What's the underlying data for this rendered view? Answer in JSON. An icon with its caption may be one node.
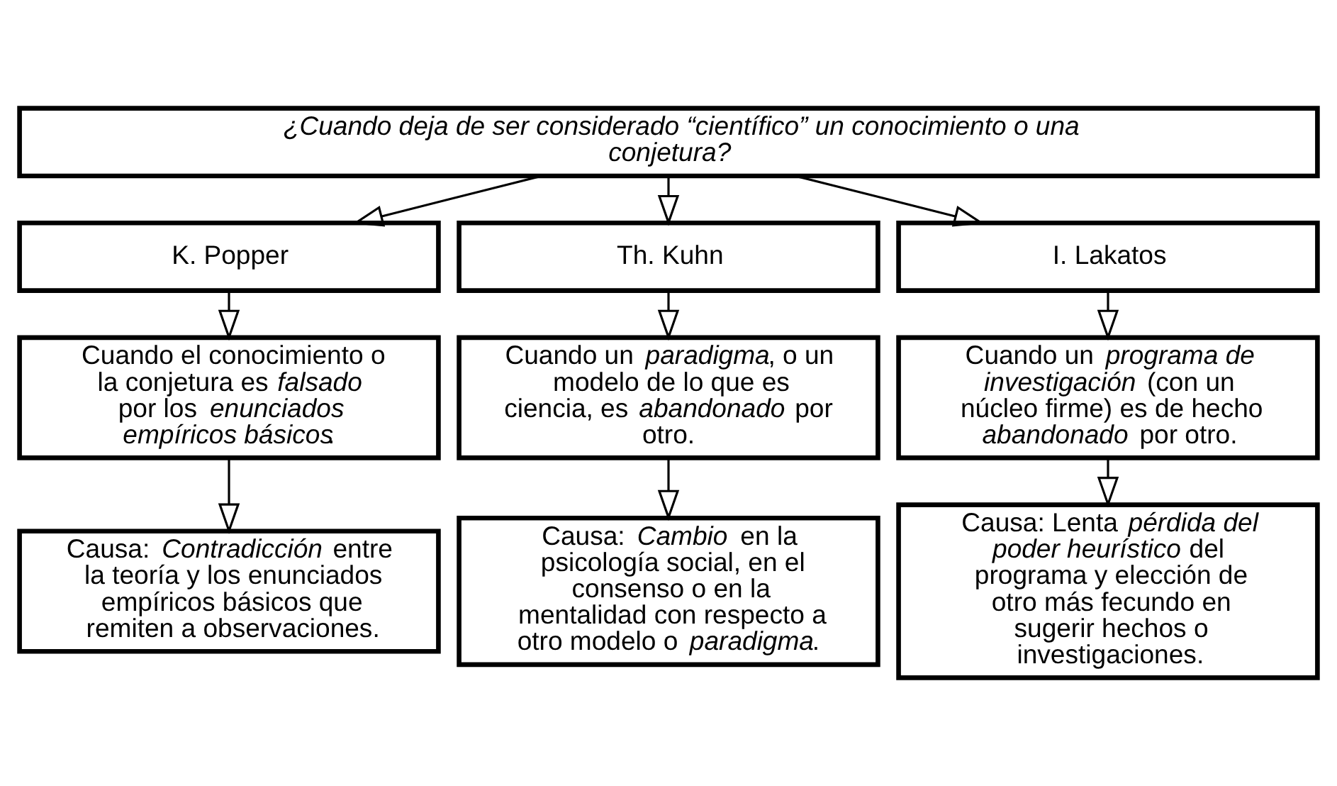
{
  "diagram": {
    "nodes": [
      {
        "text": [
          "¿Cuando deja de ser considerado “científico” un conocimiento o una conjetura?"
        ]
      },
      {
        "text": [
          "K. Popper"
        ]
      },
      {
        "text": [
          "Th. Kuhn"
        ]
      },
      {
        "text": [
          "I. Lakatos"
        ]
      },
      {
        "text": [
          "Cuando el conocimiento o la conjetura es *falsado* por los *enunciados empíricos básicos*."
        ]
      },
      {
        "text": [
          "Cuando un *paradigma*, o un modelo de lo que es ciencia, es *abandonado* por otro."
        ]
      },
      {
        "text": [
          "Cuando un *programa de investigación* (con un núcleo firme) es de hecho *abandonado* por otro."
        ]
      },
      {
        "text": [
          "Causa: *Contradicción* entre la teoría y los enunciados empíricos básicos que remiten a observaciones."
        ]
      },
      {
        "text": [
          "Causa: *Cambio* en la psicología social, en el consenso o en la mentalidad con respecto a otro modelo o *paradigma*."
        ]
      },
      {
        "text": [
          "Causa: Lenta *pérdida del poder heurístico* del programa y elección de otro más fecundo en sugerir hechos o investigaciones."
        ]
      }
    ],
    "edges": [
      {
        "from": 0,
        "to": 1,
        "arrow": "to"
      },
      {
        "from": 0,
        "to": 2,
        "arrow": "to"
      },
      {
        "from": 0,
        "to": 3,
        "arrow": "to"
      },
      {
        "from": 1,
        "to": 4,
        "arrow": "to"
      },
      {
        "from": 2,
        "to": 5,
        "arrow": "to"
      },
      {
        "from": 3,
        "to": 6,
        "arrow": "to"
      },
      {
        "from": 4,
        "to": 7,
        "arrow": "to"
      },
      {
        "from": 5,
        "to": 8,
        "arrow": "to"
      },
      {
        "from": 6,
        "to": 9,
        "arrow": "to"
      }
    ]
  }
}
